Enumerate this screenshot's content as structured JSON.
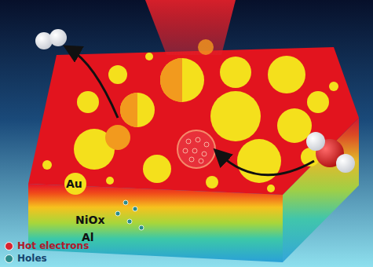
{
  "diagram": {
    "labels": [
      "Au",
      "NiOx",
      "Al"
    ],
    "legend": [
      {
        "text": "Hot electrons",
        "color": "#d8232f"
      },
      {
        "text": "Holes",
        "color": "#2a8c8a"
      }
    ]
  }
}
